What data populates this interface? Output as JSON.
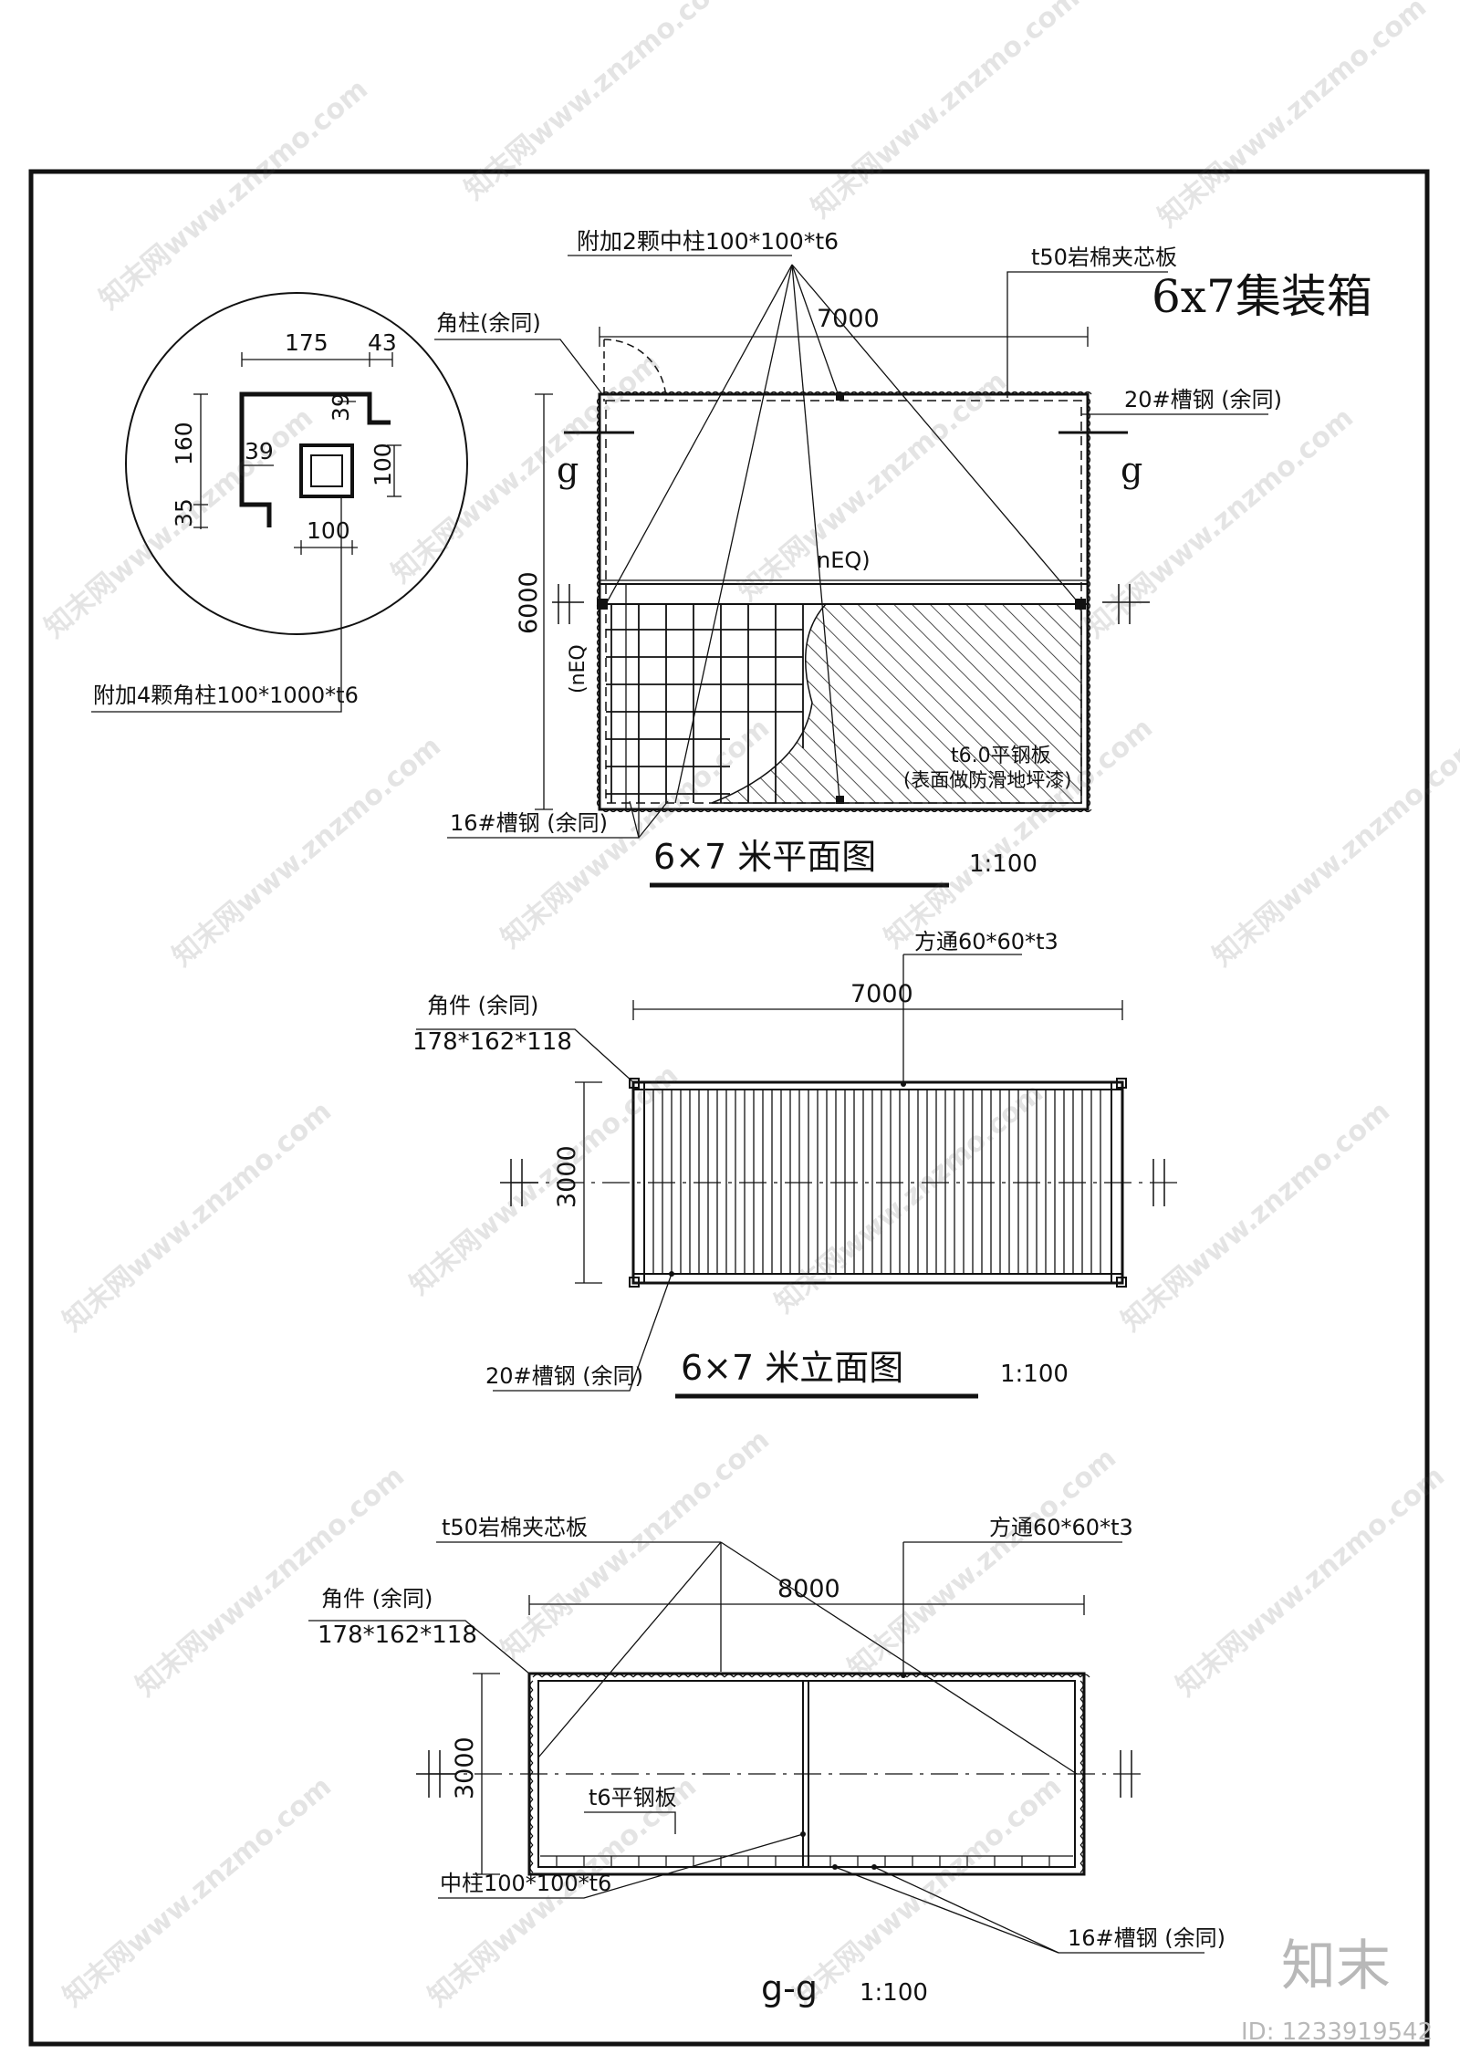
{
  "title": "6x7集装箱",
  "watermark": {
    "text": "知末网www.znzmo.com",
    "brand": "知末",
    "id": "ID: 1233919542"
  },
  "detail": {
    "dims": {
      "d175": "175",
      "d43": "43",
      "d160": "160",
      "d39a": "39",
      "d39b": "39",
      "d100a": "100",
      "d35": "35",
      "d100b": "100"
    },
    "callout": "附加4颗角柱100*1000*t6"
  },
  "plan": {
    "labels": {
      "mid_column": "附加2颗中柱100*100*t6",
      "panel": "t50岩棉夹芯板",
      "corner_post": "角柱(余同)",
      "channel20": "20#槽钢 (余同)",
      "channel16": "16#槽钢 (余同)",
      "floor_plate": "t6.0平钢板",
      "floor_note": "(表面做防滑地坪漆)",
      "neq": "nEQ)",
      "neq_v": "(nEQ"
    },
    "dims": {
      "width": "7000",
      "height": "6000"
    },
    "section_mark": "g",
    "title": "6×7 米平面图",
    "scale": "1:100"
  },
  "elevation": {
    "labels": {
      "tube": "方通60*60*t3",
      "corner_piece": "角件 (余同)",
      "corner_size": "178*162*118",
      "channel20": "20#槽钢 (余同)"
    },
    "dims": {
      "width": "7000",
      "height": "3000"
    },
    "title": "6×7 米立面图",
    "scale": "1:100"
  },
  "section": {
    "labels": {
      "panel": "t50岩棉夹芯板",
      "tube": "方通60*60*t3",
      "corner_piece": "角件 (余同)",
      "corner_size": "178*162*118",
      "floor_plate": "t6平钢板",
      "mid_column": "中柱100*100*t6",
      "channel16": "16#槽钢 (余同)"
    },
    "dims": {
      "width": "8000",
      "height": "3000"
    },
    "title": "g-g",
    "scale": "1:100"
  }
}
